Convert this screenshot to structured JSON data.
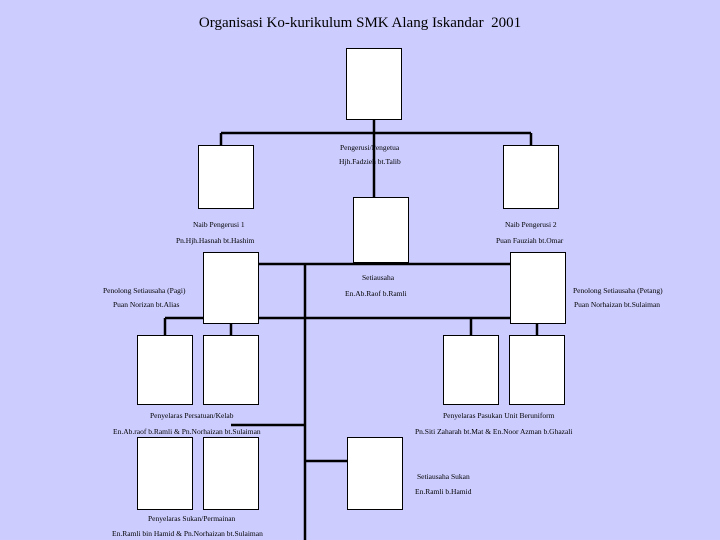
{
  "title": "Organisasi Ko-kurikulum SMK Alang Iskandar  2001",
  "colors": {
    "background": "#ccccff",
    "photo_fill": "#ffffff",
    "line": "#000000"
  },
  "roles": {
    "pengerusi": {
      "title": "Pengerusi/Pengetua",
      "name": "Hjh.Fadzieh bt.Talib"
    },
    "naib1": {
      "title": "Naib Pengerusi 1",
      "name": "Pn.Hjh.Hasnah bt.Hashim"
    },
    "naib2": {
      "title": "Naib Pengerusi 2",
      "name": "Puan Fauziah bt.Omar"
    },
    "setiausaha": {
      "title": "Setiausaha",
      "name": "En.Ab.Raof b.Ramli"
    },
    "pen_setiausaha_pagi": {
      "title": "Penolong Setiausaha (Pagi)",
      "name": "Puan Norizan bt.Alias"
    },
    "pen_setiausaha_petang": {
      "title": "Penolong Setiausaha (Petang)",
      "name": "Puan Norhaizan bt.Sulaiman"
    },
    "persatuan": {
      "title": "Penyelaras Persatuan/Kelab",
      "name": "En.Ab.raof b.Ramli & Pn.Norhaizan bt.Sulaiman"
    },
    "pasukan": {
      "title": "Penyelaras Pasukan Unit Beruniform",
      "name": "Pn.Siti Zaharah bt.Mat & En.Noor Azman b.Ghazali"
    },
    "setiausaha_sukan": {
      "title": "Setiausaha Sukan",
      "name": "En.Ramli b.Hamid"
    },
    "sukan": {
      "title": "Penyelaras Sukan/Permainan",
      "name": "En.Ramli bin Hamid & Pn.Norhaizan bt.Sulaiman"
    }
  }
}
